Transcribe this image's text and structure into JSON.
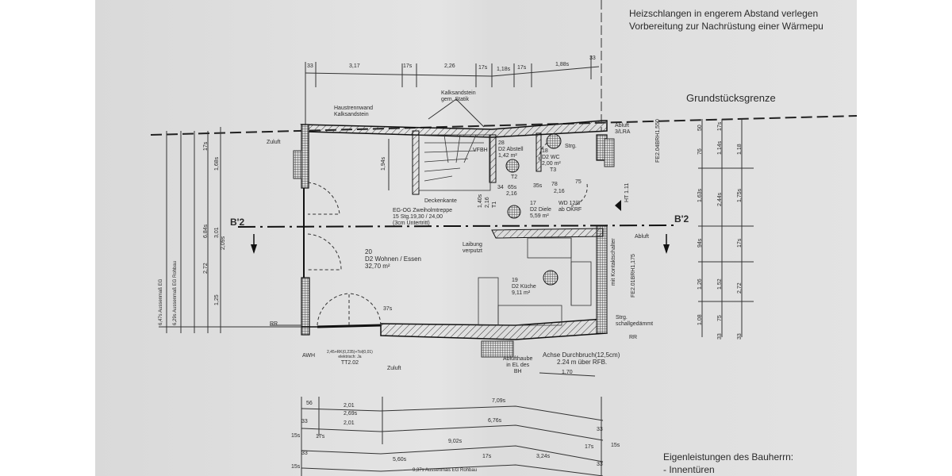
{
  "notes": {
    "heating_line1": "Heizschlangen in engerem Abstand verlegen",
    "heating_line2": "Vorbereitung zur Nachrüstung einer Wärmepu",
    "property_line": "Grundstücksgrenze",
    "owner_works_title": "Eigenleistungen des Bauherrn:",
    "owner_works_item": "- Innentüren"
  },
  "section_marker": {
    "left": "B'2",
    "right": "B'2"
  },
  "rooms": [
    {
      "number": "20",
      "name": "D2 Wohnen / Essen",
      "area": "32,70 m²"
    },
    {
      "number": "19",
      "name": "D2 Küche",
      "area": "9,11 m²"
    },
    {
      "number": "17",
      "name": "D2 Diele",
      "area": "5,59 m²"
    },
    {
      "number": "28",
      "name": "D2 Abstell",
      "area": "1,42 m²"
    },
    {
      "number": "18",
      "name": "D2 WC",
      "area": "2,00 m²"
    }
  ],
  "labels": {
    "haustrennwand": "Haustrennwand",
    "kalksandstein": "Kalksandstein",
    "kalk_statik_1": "Kalksandstein",
    "kalk_statik_2": "gem. Statik",
    "zuluft_top": "Zuluft",
    "zuluft_bottom": "Zuluft",
    "abluft_top": "Abluft",
    "abluft_lra": "3/LRA",
    "abluft_right": "Abluft",
    "vfbh": "VFBH",
    "deckenkante": "Deckenkante",
    "stair_1": "EG-OG Zweiholmtreppe",
    "stair_2": "15 Stg.19,30 / 24,00",
    "stair_3": "(3cm Untertritt)",
    "laibung_1": "Laibung",
    "laibung_2": "verputzt",
    "wd_1": "WD 12/8",
    "wd_2": "ab OKRF",
    "strg": "Strg.",
    "strg2": "Strg.",
    "schallgedaemmt": "schallgedämmt",
    "t2": "T2",
    "t3": "T3",
    "t1": "T1",
    "rr_left": "RR",
    "rr_right": "RR",
    "awh": "AWH",
    "tt_1": "2,45+RK(0,235)+Tol(0,01)",
    "tt_2": "elektrisch: Ja",
    "tt_3": "TT2.02",
    "abluft_haube_1": "Ablufthaube",
    "abluft_haube_2": "in EL des",
    "abluft_haube_3": "BH",
    "achse_1": "Achse Durchbruch(12,5cm)",
    "achse_2": "2.24 m über RFB.",
    "kontakt_1": "mit",
    "kontakt_2": "Kontaktschalter",
    "ht": "HT 1.11",
    "fe_right": "FE2.01BRH1,175",
    "fe_top": "FE2.04BRH1,550",
    "left_rot_1": "6,47s Aussenmaß EG",
    "left_rot_2": "6,29s Aussenmaß EG Rohbau",
    "bottom_outer": "9,37s Aussenmaß EG Rohbau"
  },
  "dimensions": {
    "top": [
      "33",
      "3,17",
      "17s",
      "2,26",
      "17s",
      "1,18s",
      "17s",
      "1,88s",
      "33"
    ],
    "inner": [
      "1,94s",
      "1,40s",
      "2,16",
      "34",
      "65s",
      "2,16",
      "35s",
      "78",
      "75",
      "2,16"
    ],
    "bottom_row1": [
      "56",
      "2,01",
      "7,09s"
    ],
    "bottom_row2": [
      "33",
      "2,69s",
      "2,01",
      "6,76s",
      "33"
    ],
    "bottom_row3": [
      "15s",
      "17s",
      "9,02s",
      "17s",
      "15s"
    ],
    "bottom_row4": [
      "33",
      "5,60s",
      "17s",
      "3,24s",
      "33"
    ],
    "bottom_row5": [
      "15s"
    ],
    "misc": [
      "37s",
      "1,70"
    ],
    "right_col1": [
      "50",
      "76",
      "1,63s",
      "94s",
      "1,26",
      "1,08"
    ],
    "right_col2": [
      "17s",
      "1,14s",
      "2,44s",
      "1,52",
      "75",
      "33"
    ],
    "right_col3": [
      "1,18",
      "1,75s",
      "17s",
      "2,72",
      "33"
    ],
    "left_col": [
      "17s",
      "1,68s",
      "3,01",
      "2,72",
      "1,25",
      "2,09s",
      "6,84s"
    ]
  }
}
